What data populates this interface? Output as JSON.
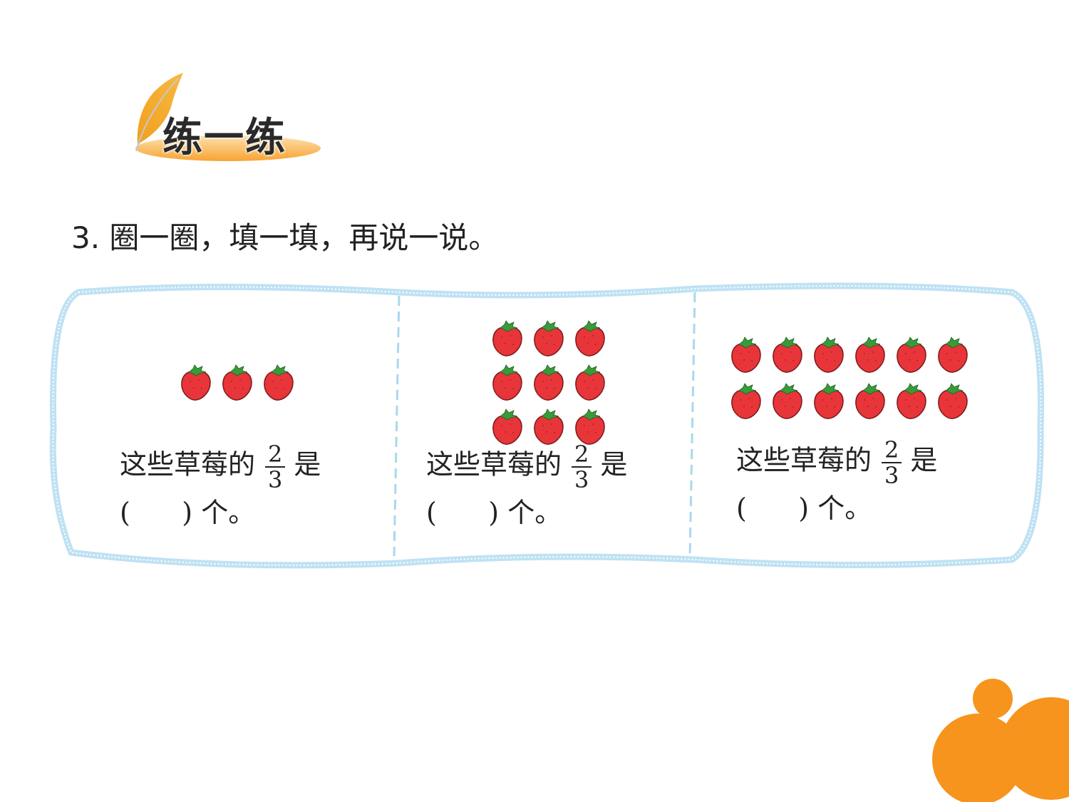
{
  "header": {
    "badge_label": "练一练"
  },
  "question": {
    "text": "3. 圈一圈，填一填，再说一说。"
  },
  "panels": [
    {
      "count": 3,
      "cols": 3,
      "line1_prefix": "这些草莓的",
      "numerator": "2",
      "denominator": "3",
      "line1_suffix": "是",
      "line2": "(      ) 个。"
    },
    {
      "count": 9,
      "cols": 3,
      "line1_prefix": "这些草莓的",
      "numerator": "2",
      "denominator": "3",
      "line1_suffix": "是",
      "line2": "(      ) 个。"
    },
    {
      "count": 12,
      "cols": 6,
      "line1_prefix": "这些草莓的",
      "numerator": "2",
      "denominator": "3",
      "line1_suffix": "是",
      "line2": "(      ) 个。"
    }
  ],
  "colors": {
    "accent": "#f7941d",
    "frame": "#a9d8ee",
    "berry": "#e8353a",
    "leaf": "#3a9a3a"
  }
}
